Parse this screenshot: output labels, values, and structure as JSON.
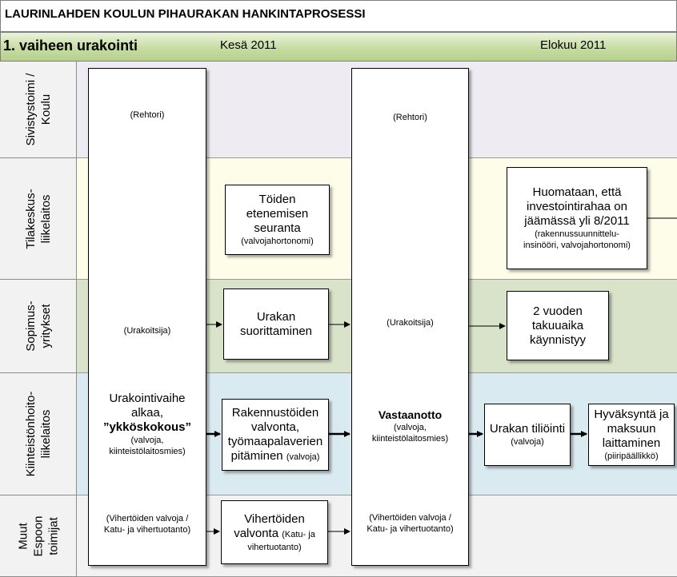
{
  "title": "LAURINLAHDEN KOULUN PIHAURAKAN HANKINTAPROSESSI",
  "phase": {
    "title": "1. vaiheen urakointi",
    "date_left": "Kesä 2011",
    "date_right": "Elokuu 2011"
  },
  "lanes": [
    {
      "label_line1": "Sivistystoimi /",
      "label_line2": "Koulu",
      "color": "#eeecf2"
    },
    {
      "label_line1": "Tilakeskus-",
      "label_line2": "liikelaitos",
      "color": "#fefde9"
    },
    {
      "label_line1": "Sopimus-",
      "label_line2": "yritykset",
      "color": "#d9e3c9"
    },
    {
      "label_line1": "Kiinteistönhoito-",
      "label_line2": "liikelaitos",
      "color": "#daeaf1"
    },
    {
      "label_line1": "Muut",
      "label_line2": "Espoon",
      "label_line3": "toimijat",
      "color": "#f2f2f2"
    }
  ],
  "column1": {
    "rehtori": "(Rehtori)",
    "urakoitsija": "(Urakoitsija)",
    "main_line1": "Urakointivaihe",
    "main_line2": "alkaa,",
    "main_bold": "”ykköskokous”",
    "main_sub1": "(valvoja,",
    "main_sub2": "kiinteistölaitosmies)",
    "muut1": "(Vihertöiden valvoja /",
    "muut2": "Katu- ja vihertuotanto)"
  },
  "column2": {
    "rehtori": "(Rehtori)",
    "urakoitsija": "(Urakoitsija)",
    "main_bold": "Vastaanotto",
    "main_sub1": "(valvoja,",
    "main_sub2": "kiinteistölaitosmies)",
    "muut1": "(Vihertöiden valvoja /",
    "muut2": "Katu- ja vihertuotanto)"
  },
  "boxes": {
    "seuranta": {
      "line1": "Töiden",
      "line2": "etenemisen",
      "line3": "seuranta",
      "sub": "(valvojahortonomi)"
    },
    "suorittaminen": {
      "line1": "Urakan",
      "line2": "suorittaminen"
    },
    "rakennustyot": {
      "line1": "Rakennustöiden",
      "line2": "valvonta,",
      "line3": "työmaapalaverien",
      "line4": "pitäminen",
      "sub": "(valvoja)"
    },
    "vihertyot": {
      "line1": "Vihertöiden",
      "line2": "valvonta",
      "sub1": "(Katu- ja",
      "sub2": "vihertuotanto)"
    },
    "huomataan": {
      "line1": "Huomataan, että",
      "line2": "investointirahaa on",
      "line3": "jäämässä yli 8/2011",
      "sub1": "(rakennussuunnittelu-",
      "sub2": "insinööri, valvojahortonomi)"
    },
    "takuuaika": {
      "line1": "2 vuoden",
      "line2": "takuuaika",
      "line3": "käynnistyy"
    },
    "tilointi": {
      "line1": "Urakan tiliöinti",
      "sub": "(valvoja)"
    },
    "hyvaksynta": {
      "line1": "Hyväksyntä ja",
      "line2": "maksuun",
      "line3": "laittaminen",
      "sub": "(piiripäällikkö)"
    }
  }
}
